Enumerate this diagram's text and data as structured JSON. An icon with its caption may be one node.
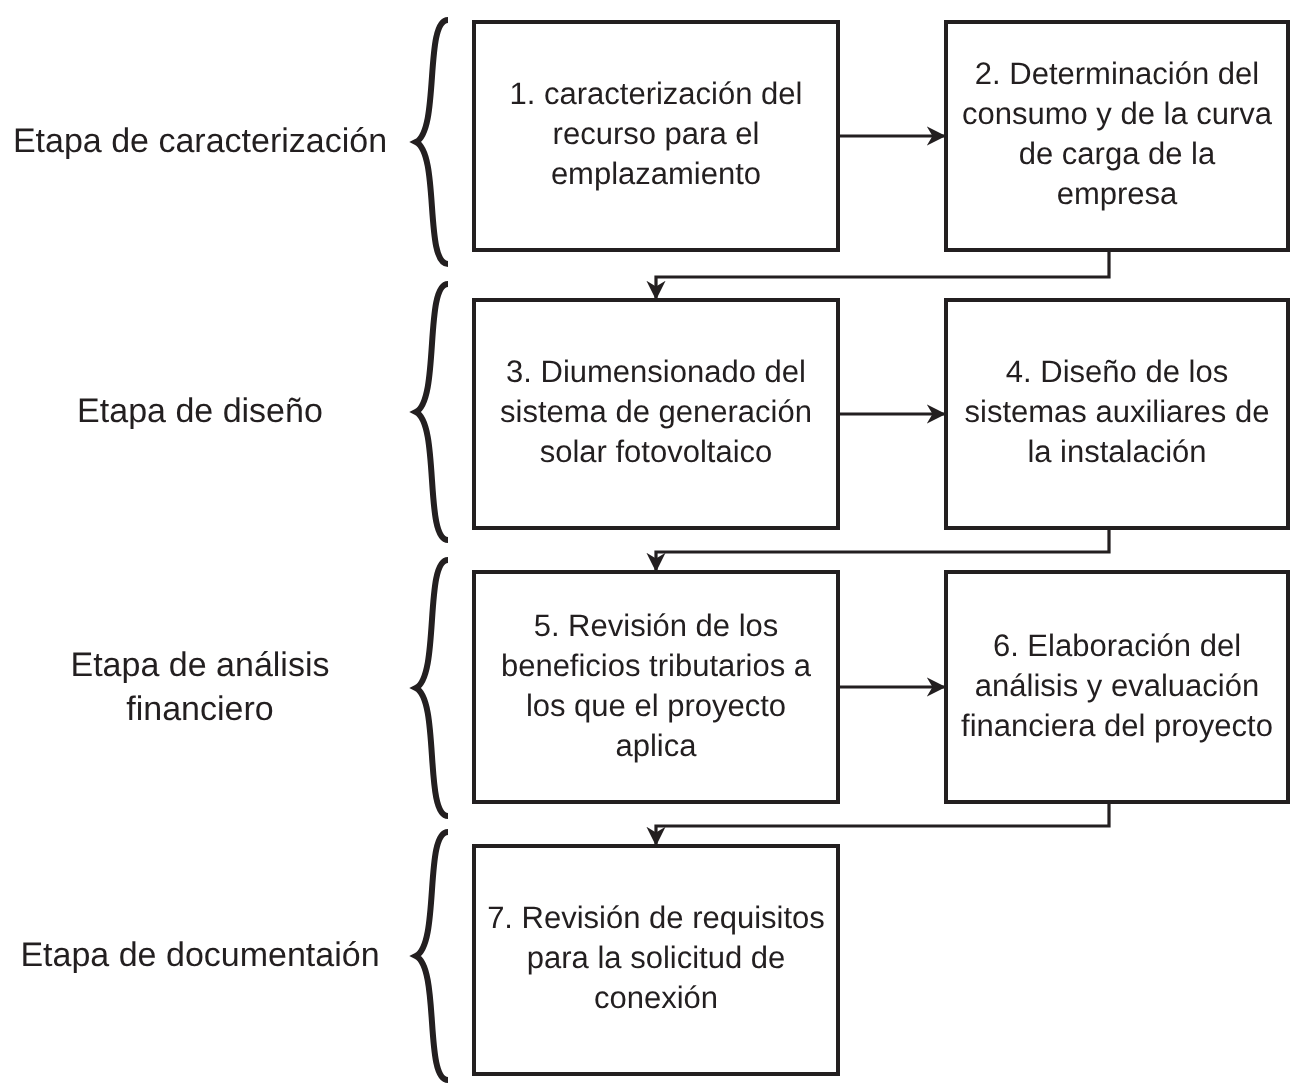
{
  "diagram": {
    "nodes": [
      {
        "text": [
          "1. caracterización del recurso para el emplazamiento"
        ]
      },
      {
        "text": [
          "2. Determinación del consumo y de la curva  de carga de la empresa"
        ]
      },
      {
        "text": [
          "3. Diumensionado del sistema de generación solar fotovoltaico"
        ]
      },
      {
        "text": [
          "4. Diseño de los sistemas auxiliares de la instalación"
        ]
      },
      {
        "text": [
          "5. Revisión de los beneficios tributarios a los que el proyecto aplica"
        ]
      },
      {
        "text": [
          "6. Elaboración del análisis y evaluación financiera del proyecto"
        ]
      },
      {
        "text": [
          "7. Revisión de requisitos para la solicitud de conexión"
        ]
      }
    ],
    "edges": [
      {
        "from": 0,
        "to": 1,
        "arrow": "to"
      },
      {
        "from": 1,
        "to": 2,
        "arrow": "to"
      },
      {
        "from": 2,
        "to": 3,
        "arrow": "to"
      },
      {
        "from": 3,
        "to": 4,
        "arrow": "to"
      },
      {
        "from": 4,
        "to": 5,
        "arrow": "to"
      },
      {
        "from": 5,
        "to": 6,
        "arrow": "to"
      }
    ],
    "labels": [
      "Etapa de caracterización",
      "Etapa de diseño",
      "Etapa de análisis financiero",
      "Etapa de documentaión"
    ]
  }
}
